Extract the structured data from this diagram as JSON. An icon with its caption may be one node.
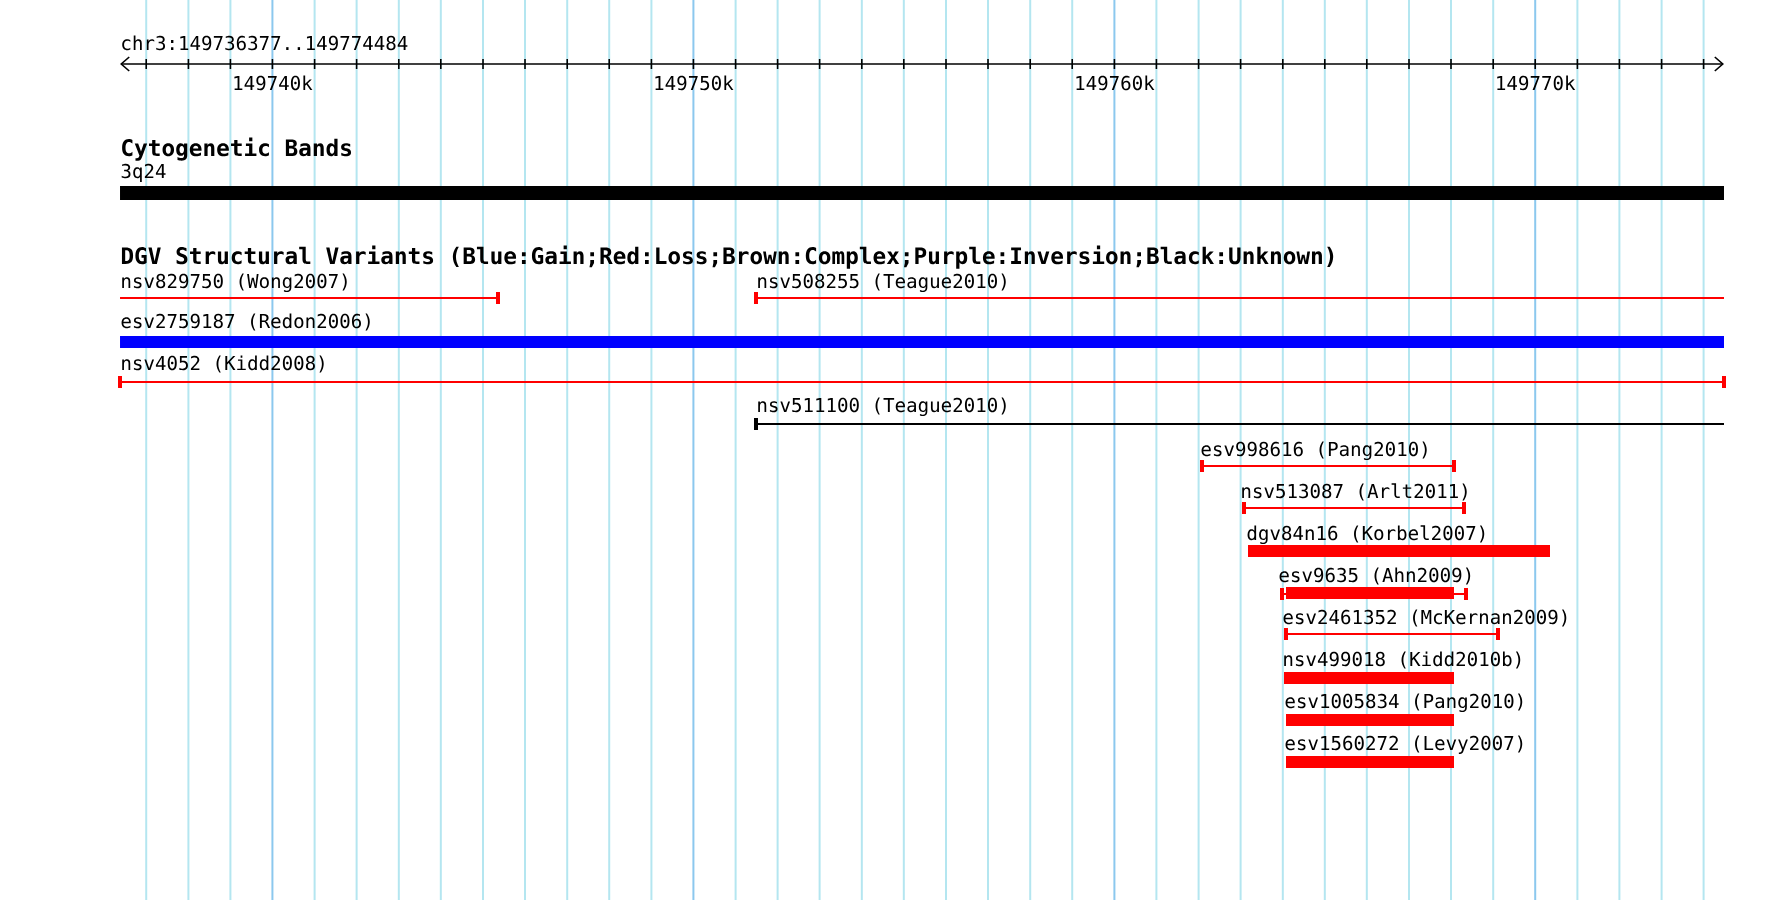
{
  "diagram": {
    "title": "chr3:149736377..149774484",
    "nodes": [
      {
        "text": [
          "3q24"
        ]
      },
      {
        "text": [
          "nsv829750 (Wong2007)"
        ]
      },
      {
        "text": [
          "nsv508255 (Teague2010)"
        ]
      },
      {
        "text": [
          "esv2759187 (Redon2006)"
        ]
      },
      {
        "text": [
          "nsv4052 (Kidd2008)"
        ]
      },
      {
        "text": [
          "nsv511100 (Teague2010)"
        ]
      },
      {
        "text": [
          "esv998616 (Pang2010)"
        ]
      },
      {
        "text": [
          "nsv513087 (Arlt2011)"
        ]
      },
      {
        "text": [
          "dgv84n16 (Korbel2007)"
        ]
      },
      {
        "text": [
          "esv9635 (Ahn2009)"
        ]
      },
      {
        "text": [
          "esv2461352 (McKernan2009)"
        ]
      },
      {
        "text": [
          "nsv499018 (Kidd2010b)"
        ]
      },
      {
        "text": [
          "esv1005834 (Pang2010)"
        ]
      },
      {
        "text": [
          "esv1560272 (Levy2007)"
        ]
      }
    ],
    "labels": [
      "149740k",
      "149750k",
      "149760k",
      "149770k",
      "Cytogenetic Bands",
      "DGV Structural Variants (Blue:Gain;Red:Loss;Brown:Complex;Purple:Inversion;Black:Unknown)"
    ]
  }
}
